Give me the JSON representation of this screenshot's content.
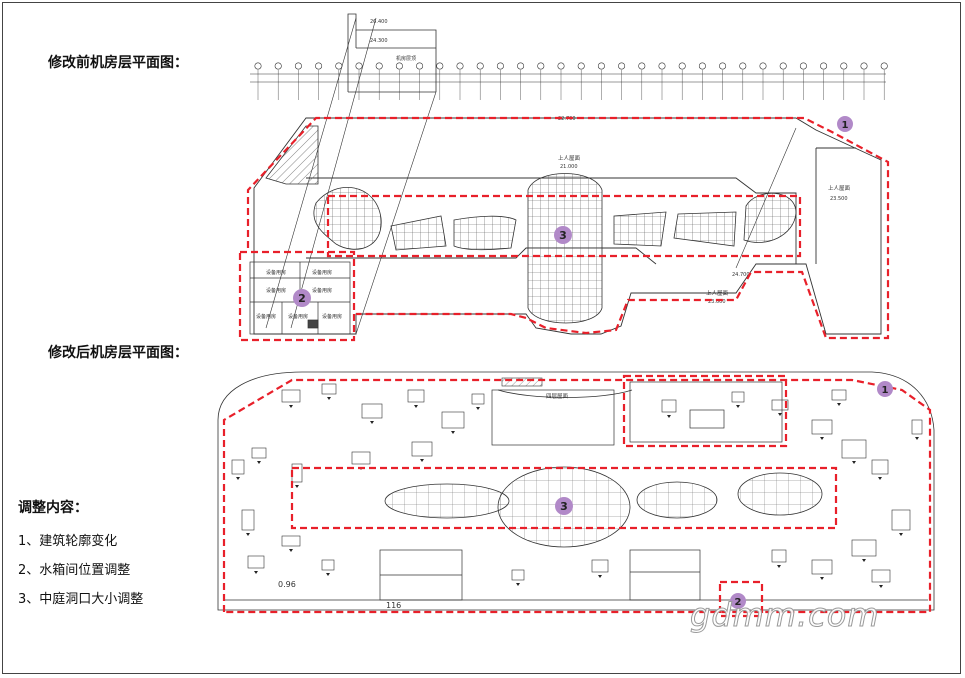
{
  "titles": {
    "before": "修改前机房层平面图：",
    "after": "修改后机房层平面图："
  },
  "notes": {
    "heading": "调整内容：",
    "items": [
      "1、建筑轮廓变化",
      "2、水箱间位置调整",
      "3、中庭洞口大小调整"
    ]
  },
  "before_plan": {
    "labels": {
      "elev_top": "26.400",
      "elev_mid": "24.300",
      "machine_room": "机房层顶",
      "elev_roof": "22.700",
      "roof_a": "上人屋面",
      "roof_a_elev": "21.000",
      "roof_b": "上人屋面",
      "roof_b_elev": "23.500",
      "roof_c": "上人屋面",
      "roof_c_elev": "23.000",
      "elev_small": "24.700",
      "eq1": "设备用房",
      "eq2": "设备用房",
      "eq3": "设备用房",
      "eq4": "设备用房",
      "eq5": "设备用房",
      "eq6": "设备用房",
      "eq7": "设备用房"
    },
    "markers": [
      "1",
      "2",
      "3"
    ]
  },
  "after_plan": {
    "labels": {
      "stair_label": "四层屋面",
      "area_a": "0.96",
      "area_b": "116"
    },
    "markers": [
      "1",
      "3",
      "2"
    ]
  },
  "colors": {
    "highlight": "#e8202a",
    "marker_fill": "#b189c8",
    "line": "#333333"
  },
  "watermark": "gdmm.com"
}
